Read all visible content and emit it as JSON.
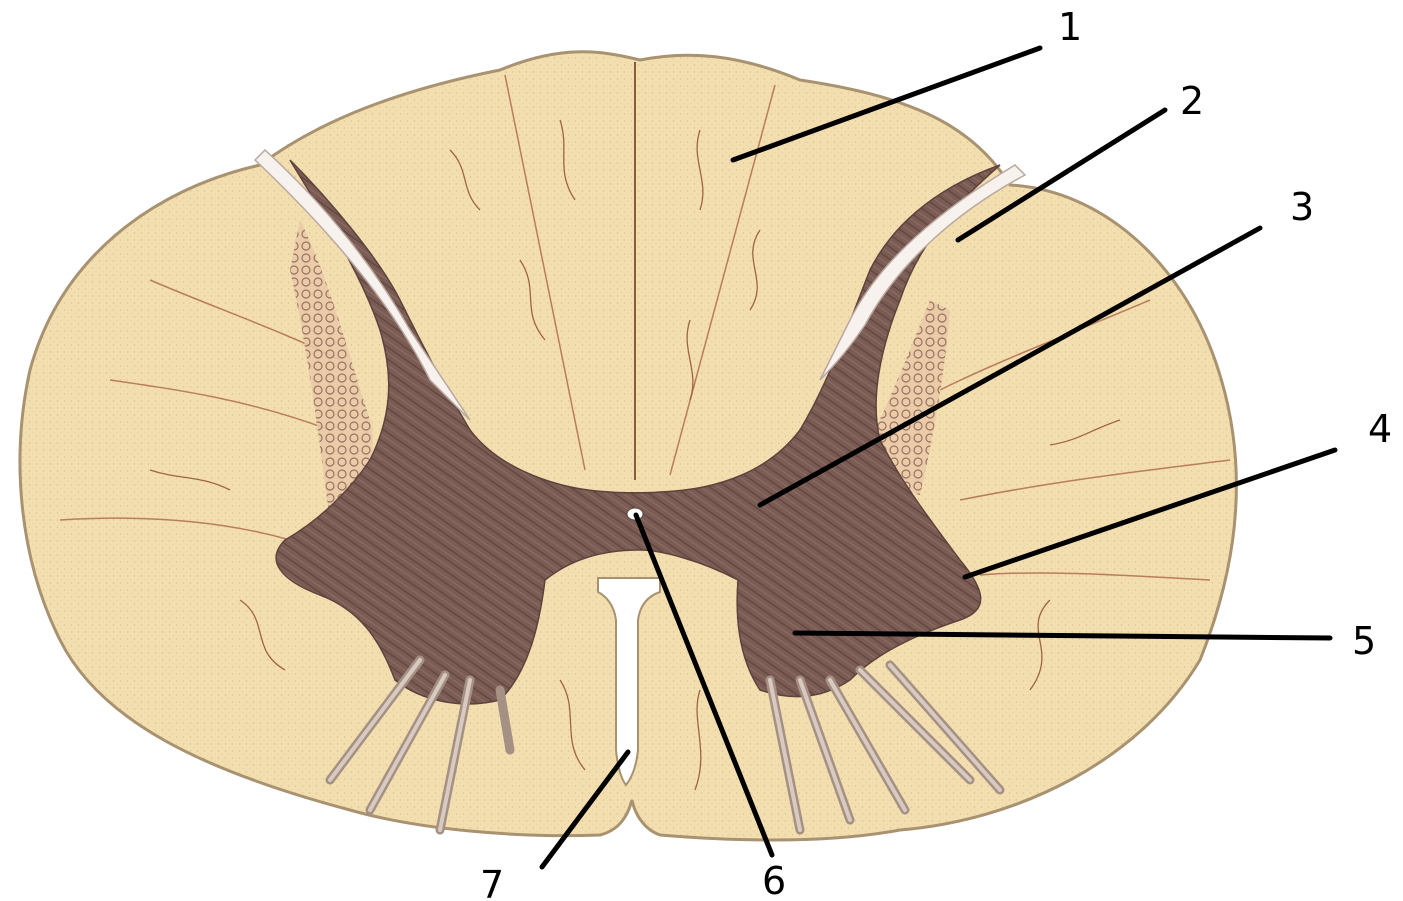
{
  "diagram": {
    "callouts": [
      {
        "id": "1",
        "label": "1"
      },
      {
        "id": "2",
        "label": "2"
      },
      {
        "id": "3",
        "label": "3"
      },
      {
        "id": "4",
        "label": "4"
      },
      {
        "id": "5",
        "label": "5"
      },
      {
        "id": "6",
        "label": "6"
      },
      {
        "id": "7",
        "label": "7"
      }
    ]
  },
  "colors": {
    "white_matter": "#f3deb0",
    "white_matter_outline": "#a89270",
    "gray_matter": "#7a5c55",
    "gray_matter_dark": "#5e433c",
    "gray_matter_light": "#9a7a70",
    "nerve_root": "#c9b9ae",
    "vessel": "#b0473a",
    "leader": "#000000",
    "background": "#ffffff"
  }
}
